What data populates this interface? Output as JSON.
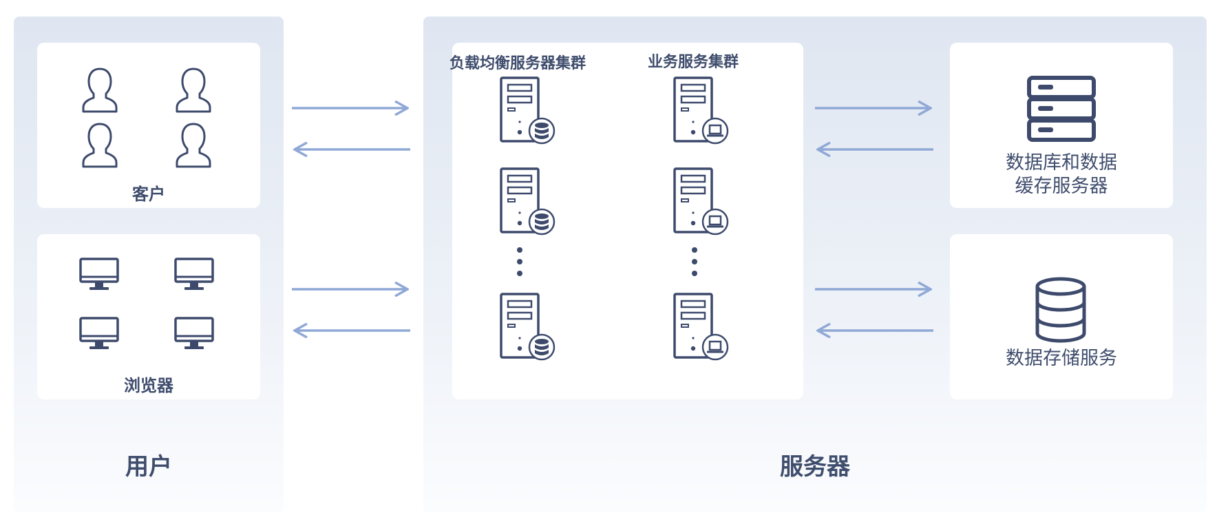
{
  "users_panel": {
    "title": "用户",
    "customers_label": "客户",
    "browsers_label": "浏览器"
  },
  "servers_panel": {
    "title": "服务器",
    "load_balancer_cluster": "负载均衡服务器集群",
    "business_cluster": "业务服务集群",
    "db_cache_line1": "数据库和数据",
    "db_cache_line2": "缓存服务器",
    "data_storage": "数据存储服务"
  },
  "colors": {
    "icon": "#3d4a6c",
    "arrow": "#8fa8d6",
    "panel_top": "#dfe6f1",
    "card": "#ffffff"
  },
  "icons": [
    "user-icon",
    "monitor-icon",
    "server-tower-icon",
    "database-badge-icon",
    "laptop-badge-icon",
    "vertical-ellipsis-icon",
    "server-rack-icon",
    "database-cylinder-icon",
    "arrow-right-icon",
    "arrow-left-icon"
  ]
}
